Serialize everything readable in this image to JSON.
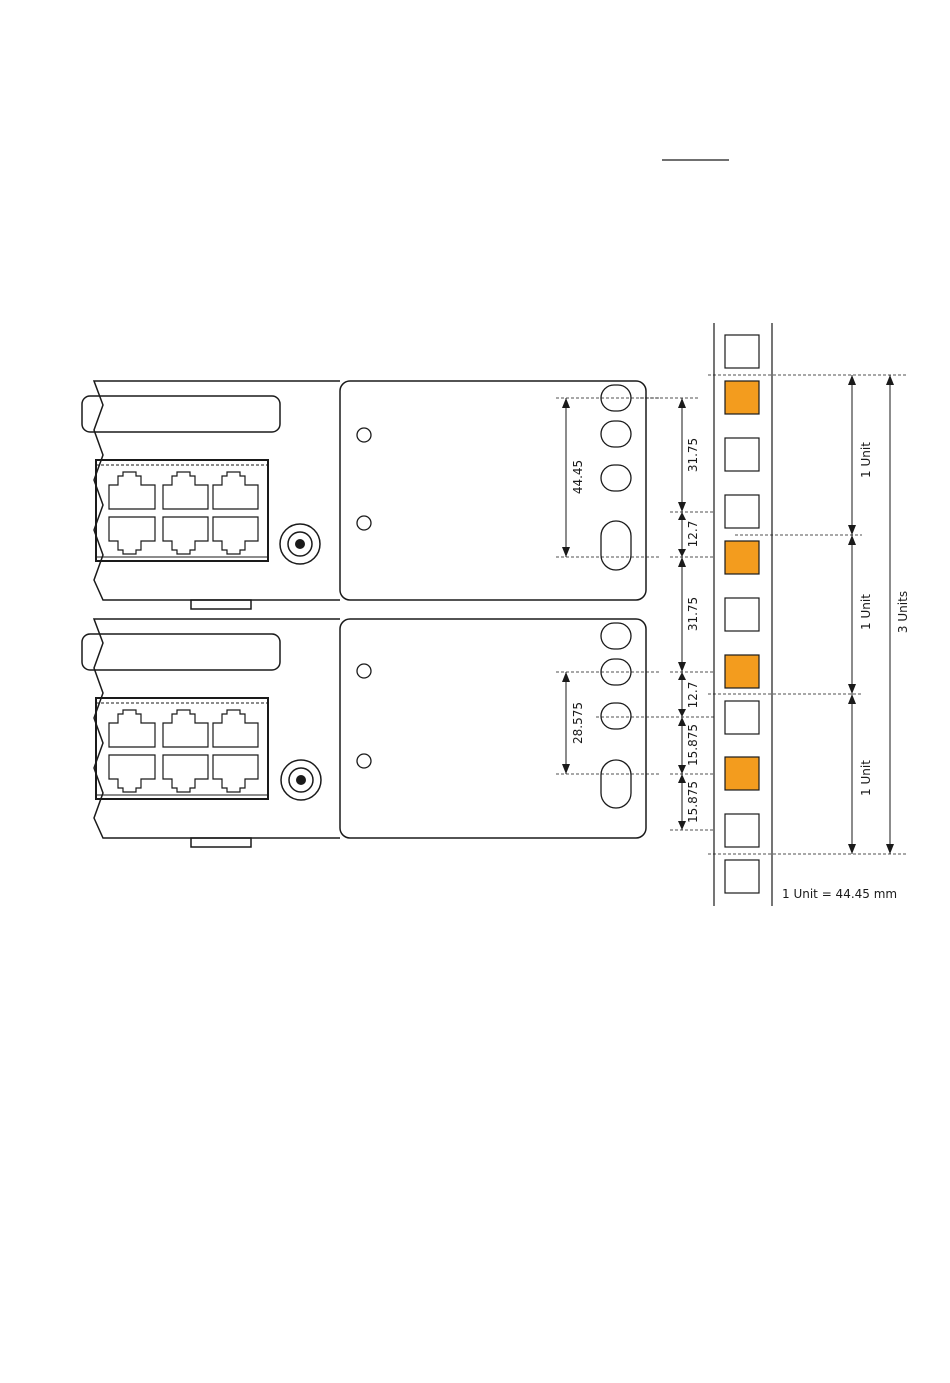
{
  "colors": {
    "highlight": "#f39c1e",
    "stroke": "#1a1a1a",
    "background": "#ffffff"
  },
  "labels": {
    "dim_44_45": "44.45",
    "dim_31_75_a": "31.75",
    "dim_12_7_a": "12.7",
    "dim_31_75_b": "31.75",
    "dim_12_7_b": "12.7",
    "dim_28_575": "28.575",
    "dim_15_875_a": "15.875",
    "dim_15_875_b": "15.875",
    "unit_1": "1 Unit",
    "unit_2": "1 Unit",
    "unit_3": "1 Unit",
    "units_3": "3 Units",
    "unit_legend": "1 Unit =  44.45 mm"
  },
  "rail_holes": [
    {
      "highlighted": false
    },
    {
      "highlighted": true
    },
    {
      "highlighted": false
    },
    {
      "highlighted": false
    },
    {
      "highlighted": true
    },
    {
      "highlighted": false
    },
    {
      "highlighted": true
    },
    {
      "highlighted": false
    },
    {
      "highlighted": true
    },
    {
      "highlighted": false
    },
    {
      "highlighted": false
    }
  ]
}
